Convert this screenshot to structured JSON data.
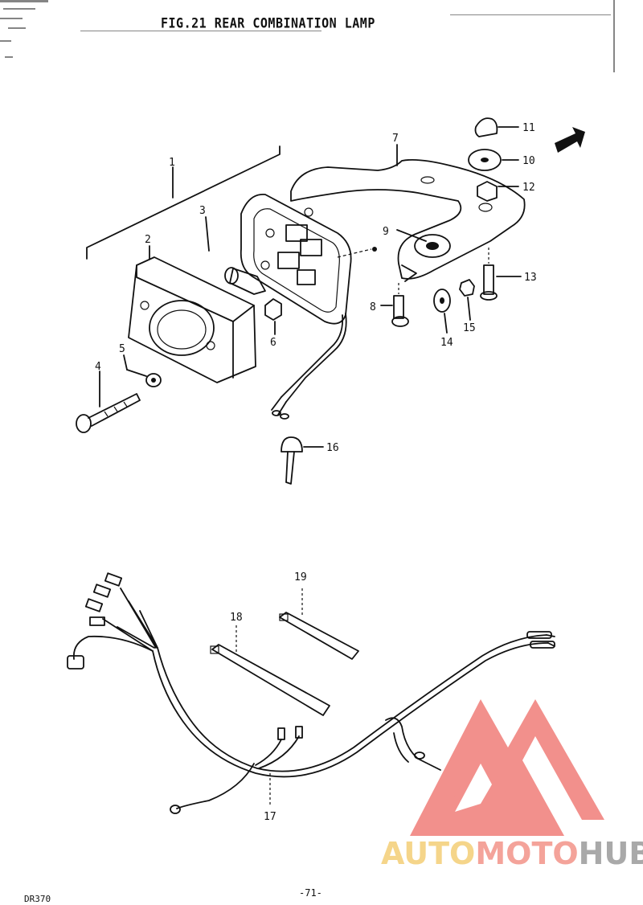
{
  "figure": {
    "title": "FIG.21  REAR COMBINATION LAMP",
    "page_number": "-71-",
    "model_code": "DR370"
  },
  "callouts": [
    "1",
    "2",
    "3",
    "4",
    "5",
    "6",
    "7",
    "8",
    "9",
    "10",
    "11",
    "12",
    "13",
    "14",
    "15",
    "16",
    "17",
    "18",
    "19"
  ],
  "watermark": {
    "text_part1": "AUTO",
    "text_part2": "MOTO",
    "text_part3": "HUB",
    "colors": {
      "gold": "#f5d58a",
      "pink": "#f4a39a",
      "gray": "#a9a9a9",
      "logo": "#f07d78"
    }
  }
}
